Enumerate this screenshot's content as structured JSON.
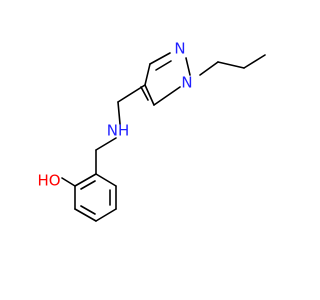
{
  "molecule": {
    "labels": {
      "n_pyrazole_2": "N",
      "n_pyrazole_1": "N",
      "nh": "NH",
      "oh": "HO"
    },
    "colors": {
      "nitrogen": "#2020ff",
      "oxygen": "#ff0000",
      "bond": "#000000"
    }
  }
}
